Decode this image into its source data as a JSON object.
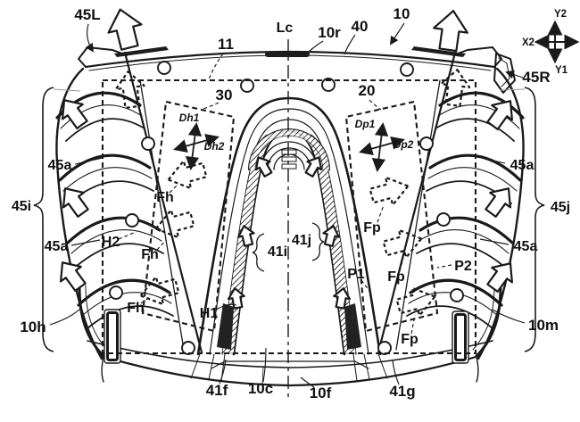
{
  "figure": {
    "background": "#ffffff",
    "line_color": "#1a1a1a",
    "kind": "patent-style line drawing, top view of vehicle body cowl with air-flow arrows"
  },
  "labels": {
    "r45L": "45L",
    "r11": "11",
    "rLc": "Lc",
    "r10r": "10r",
    "r40": "40",
    "r10": "10",
    "r45R": "45R",
    "r30": "30",
    "r20": "20",
    "rDh1": "Dh1",
    "rDh2": "Dh2",
    "rDp1": "Dp1",
    "rDp2": "Dp2",
    "rFh": "Fh",
    "rFp": "Fp",
    "r45a": "45a",
    "r45i": "45i",
    "r45j": "45j",
    "r41i": "41i",
    "r41j": "41j",
    "rH1": "H1",
    "rH2": "H2",
    "rP1": "P1",
    "rP2": "P2",
    "r10h": "10h",
    "r10m": "10m",
    "r41f": "41f",
    "r10c": "10c",
    "r10f": "10f",
    "r41g": "41g"
  },
  "axis_indicator": {
    "up": "Y2",
    "down": "Y1",
    "left": "X2"
  }
}
